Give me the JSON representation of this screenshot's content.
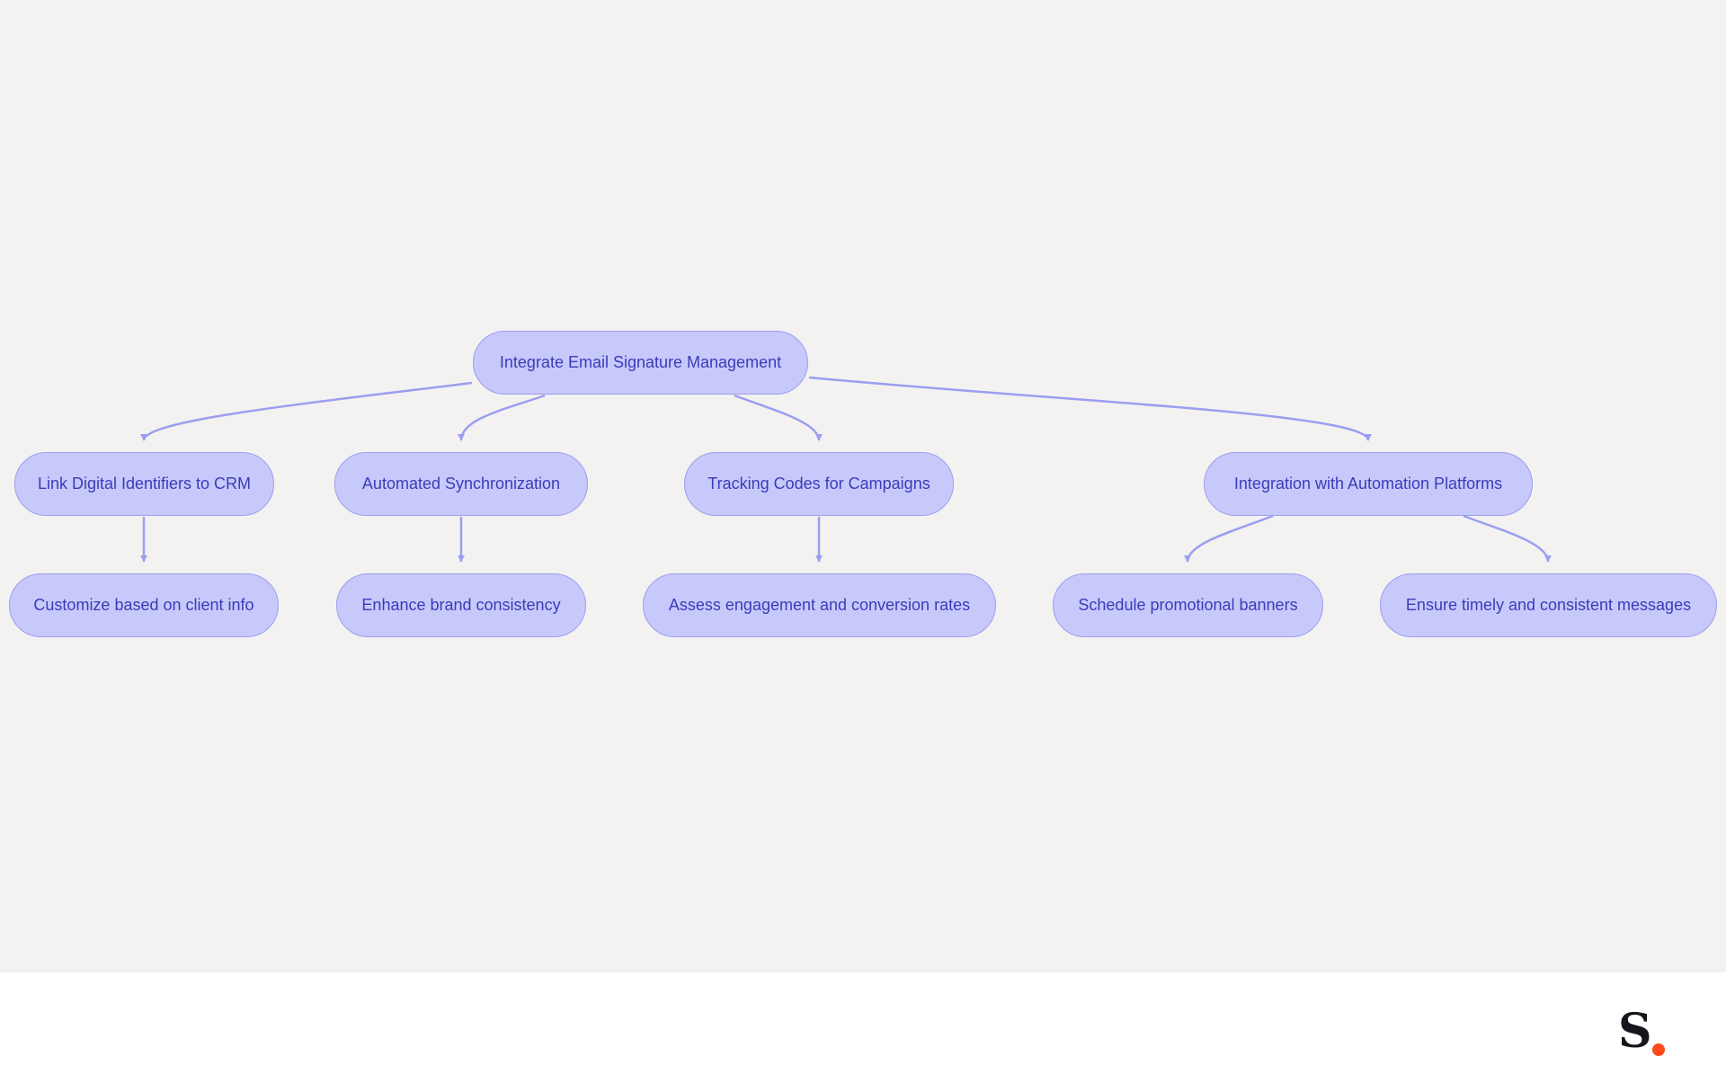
{
  "diagram": {
    "root": {
      "id": "root",
      "label": "Integrate Email Signature Management"
    },
    "branches": [
      {
        "id": "b1",
        "label": "Link Digital Identifiers to CRM",
        "children": [
          {
            "id": "c1",
            "label": "Customize based on client info"
          }
        ]
      },
      {
        "id": "b2",
        "label": "Automated Synchronization",
        "children": [
          {
            "id": "c2",
            "label": "Enhance brand consistency"
          }
        ]
      },
      {
        "id": "b3",
        "label": "Tracking Codes for Campaigns",
        "children": [
          {
            "id": "c3",
            "label": "Assess engagement and conversion rates"
          }
        ]
      },
      {
        "id": "b4",
        "label": "Integration with Automation Platforms",
        "children": [
          {
            "id": "c4",
            "label": "Schedule promotional banners"
          },
          {
            "id": "c5",
            "label": "Ensure timely and consistent messages"
          }
        ]
      }
    ],
    "edges": [
      [
        "root",
        "b1"
      ],
      [
        "root",
        "b2"
      ],
      [
        "root",
        "b3"
      ],
      [
        "root",
        "b4"
      ],
      [
        "b1",
        "c1"
      ],
      [
        "b2",
        "c2"
      ],
      [
        "b3",
        "c3"
      ],
      [
        "b4",
        "c4"
      ],
      [
        "b4",
        "c5"
      ]
    ]
  },
  "colors": {
    "canvas_background": "#f3f2f1",
    "node_fill": "#c8c9fb",
    "node_border": "#9b9ef0",
    "node_text": "#3a3cb8",
    "edge": "#9b9ef0",
    "logo_letter": "#16161d",
    "logo_dot": "#ff4a1c"
  },
  "footer": {
    "logo": {
      "icon": "brand-logo-icon",
      "letter": "S"
    }
  }
}
